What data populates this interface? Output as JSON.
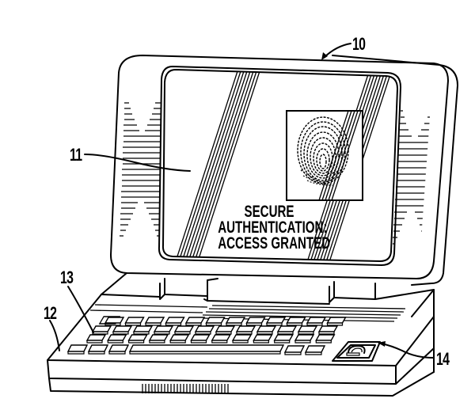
{
  "figure": {
    "reference_numerals": {
      "device": "10",
      "display": "11",
      "base": "12",
      "keyboard": "13",
      "fingerprint_sensor": "14"
    },
    "screen_message": {
      "line1": "SECURE",
      "line2": "AUTHENTICATION:",
      "line3": "ACCESS GRANTED"
    },
    "colors": {
      "ink": "#000000",
      "paper": "#ffffff"
    }
  }
}
